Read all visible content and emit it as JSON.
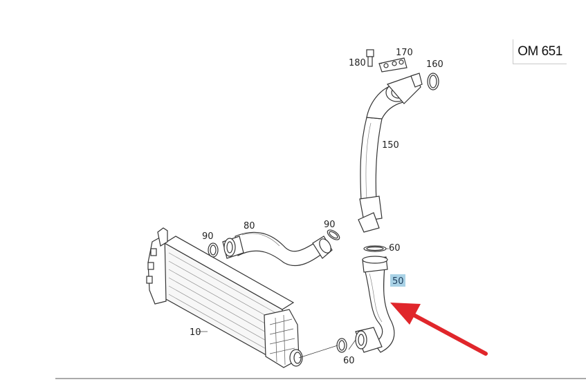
{
  "engine_code": "OM 651",
  "highlight_color": "#a9d2e6",
  "arrow_color": "#e0262b",
  "callouts": {
    "p10": "10",
    "p50": "50",
    "p60_upper": "60",
    "p60_lower": "60",
    "p80": "80",
    "p90_left": "90",
    "p90_right": "90",
    "p150": "150",
    "p160": "160",
    "p170": "170",
    "p180": "180"
  }
}
